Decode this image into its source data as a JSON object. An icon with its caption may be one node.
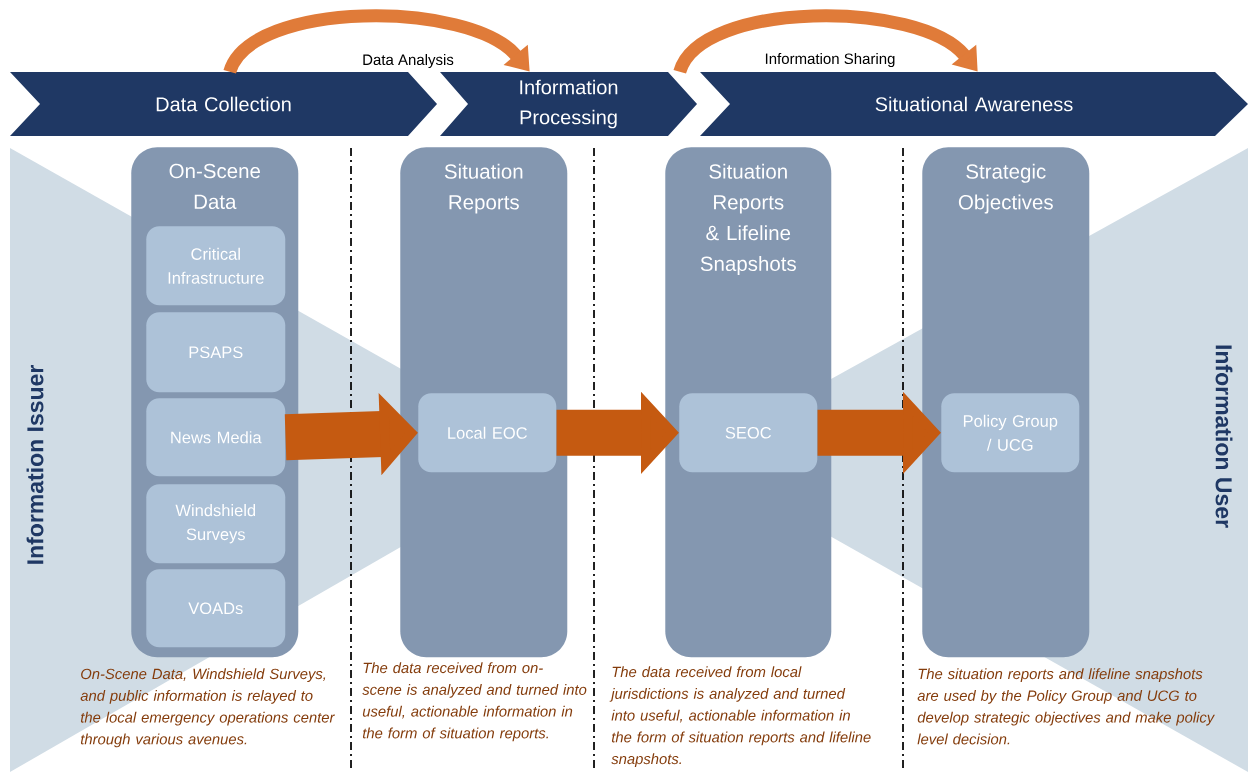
{
  "diagram": {
    "nodes": [
      {
        "text": [
          "Data Collection"
        ]
      },
      {
        "text": [
          "Information Processing"
        ]
      },
      {
        "text": [
          "Situational Awareness"
        ]
      },
      {
        "text": [
          "On-Scene Data"
        ]
      },
      {
        "text": [
          "Critical Infrastructure"
        ],
        "in": 3
      },
      {
        "text": [
          "PSAPS"
        ],
        "in": 3
      },
      {
        "text": [
          "News Media"
        ],
        "in": 3
      },
      {
        "text": [
          "Windshield Surveys"
        ],
        "in": 3
      },
      {
        "text": [
          "VOADs"
        ],
        "in": 3
      },
      {
        "text": [
          "Situation Reports"
        ]
      },
      {
        "text": [
          "Local EOC"
        ],
        "in": 9
      },
      {
        "text": [
          "Situation Reports & Lifeline Snapshots"
        ]
      },
      {
        "text": [
          "SEOC"
        ],
        "in": 11
      },
      {
        "text": [
          "Strategic Objectives"
        ]
      },
      {
        "text": [
          "Policy Group / UCG"
        ],
        "in": 13
      }
    ],
    "edges": [
      {
        "from": 0,
        "to": 1,
        "arrow": "to",
        "label": "Data Analysis",
        "color": "#e07b39"
      },
      {
        "from": 1,
        "to": 2,
        "arrow": "to",
        "label": "Information Sharing",
        "color": "#e07b39"
      },
      {
        "from": 6,
        "to": 10,
        "arrow": "to"
      },
      {
        "from": 10,
        "to": 12,
        "arrow": "to"
      },
      {
        "from": 12,
        "to": 14,
        "arrow": "to"
      }
    ],
    "labels": [
      "Information Issuer",
      "Information User",
      "On-Scene Data, Windshield Surveys, and public information is relayed to the local emergency operations center through various avenues.",
      "The data received from on-scene is analyzed and turned into useful, actionable information in the form of situation reports.",
      "The data received from local jurisdictions is analyzed and turned into useful, actionable information in the form of situation reports and lifeline snapshots.",
      "The situation reports and lifeline snapshots are used by the Policy Group and UCG to develop strategic objectives and make policy level decision."
    ]
  }
}
